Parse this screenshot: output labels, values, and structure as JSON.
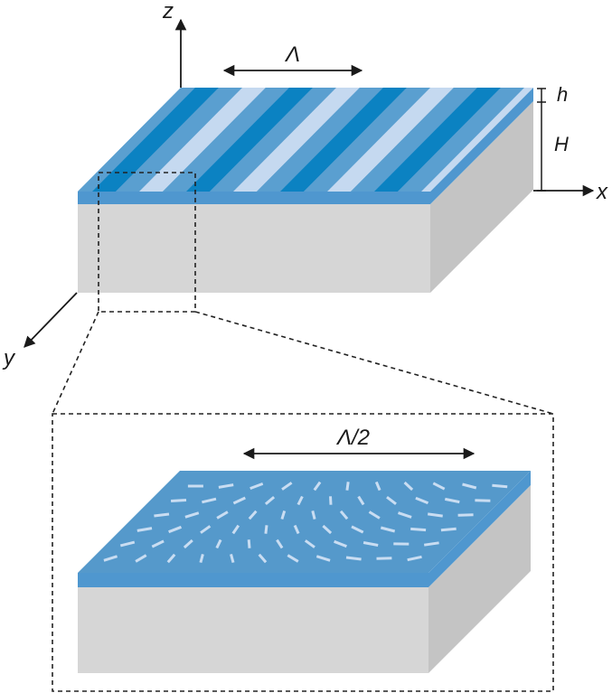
{
  "top_panel": {
    "axes": {
      "z": "z",
      "x": "x",
      "y": "y"
    },
    "period_label": "Λ",
    "film_thickness_label": "h",
    "substrate_thickness_label": "H",
    "stripe_colors": [
      "#0b82c2",
      "#5a9fd0",
      "#c5d9f0",
      "#5a9fd0"
    ],
    "film_edge_color": "#4f97cf",
    "substrate_colors": {
      "front": "#d6d6d6",
      "side": "#c4c4c4"
    }
  },
  "bottom_panel": {
    "half_period_label": "Λ/2",
    "surface_color": "#5599cb",
    "director_color": "#c9ddf2"
  }
}
